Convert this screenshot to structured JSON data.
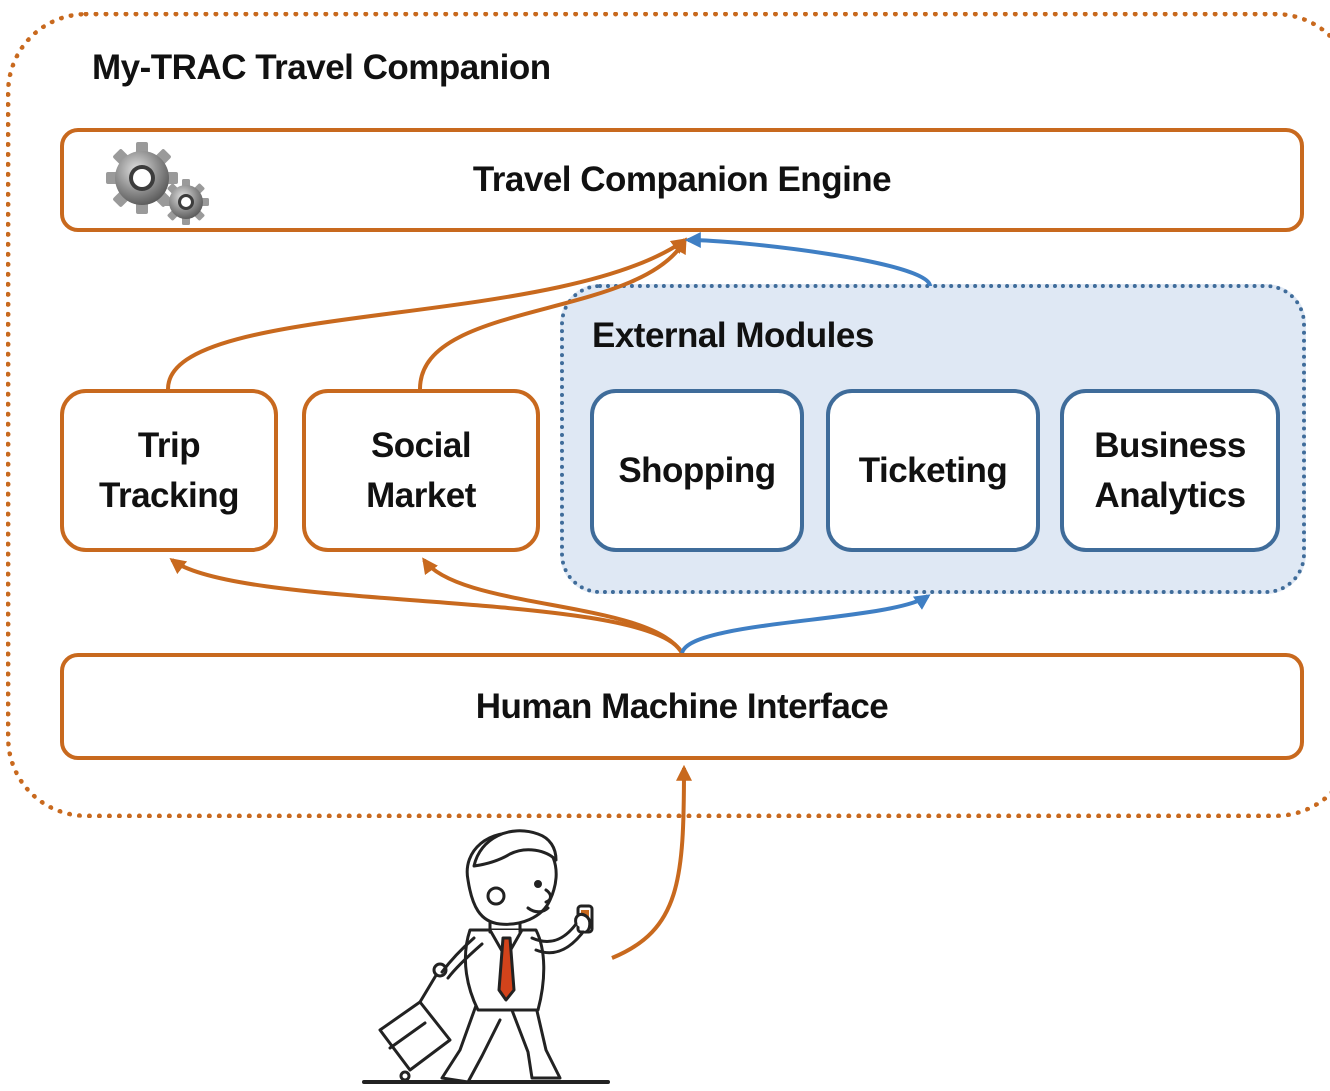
{
  "diagram": {
    "title": "My-TRAC Travel Companion",
    "engine": {
      "label": "Travel Companion Engine",
      "icon": "gears-icon"
    },
    "external_modules": {
      "title": "External Modules",
      "modules": [
        "Shopping",
        "Ticketing",
        "Business Analytics"
      ]
    },
    "internal_modules": [
      "Trip Tracking",
      "Social Market"
    ],
    "interface": {
      "label": "Human Machine Interface"
    },
    "user_icon": "traveler-with-phone-icon",
    "colors": {
      "orange": "#c8691e",
      "blue": "#3f6c9a",
      "panel_fill": "#dfe8f4"
    }
  }
}
